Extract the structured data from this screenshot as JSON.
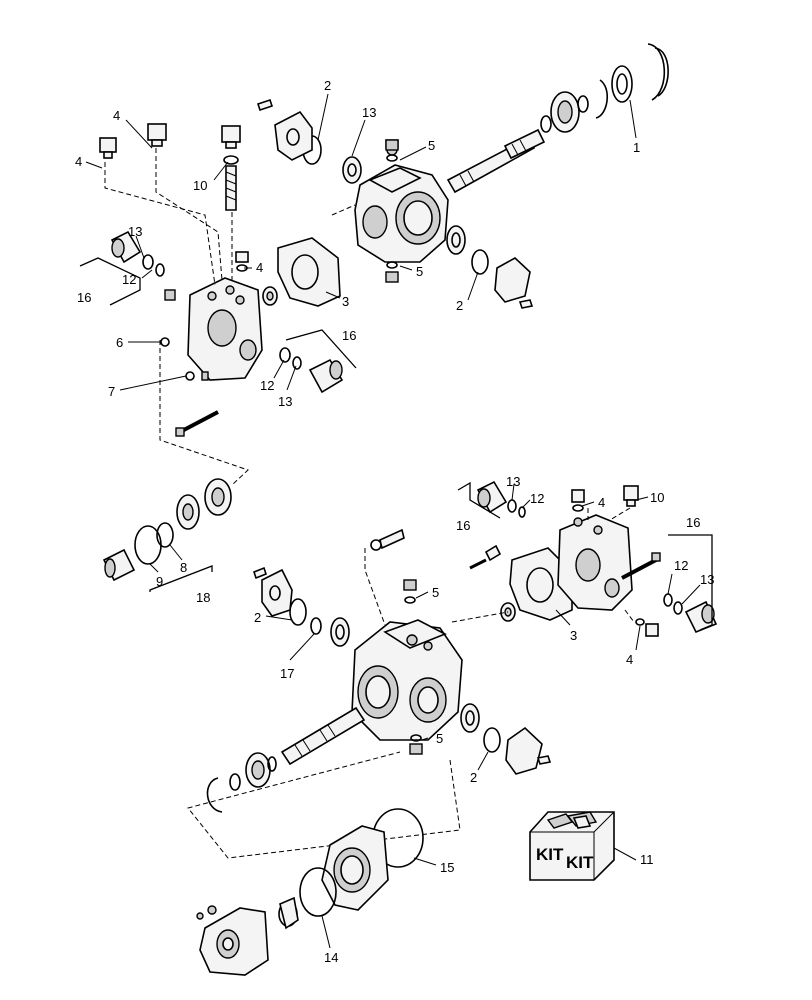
{
  "callouts": [
    {
      "id": "c1",
      "label": "1"
    },
    {
      "id": "c2a",
      "label": "2"
    },
    {
      "id": "c13a",
      "label": "13"
    },
    {
      "id": "c5a",
      "label": "5"
    },
    {
      "id": "c4a",
      "label": "4"
    },
    {
      "id": "c4b",
      "label": "4"
    },
    {
      "id": "c10a",
      "label": "10"
    },
    {
      "id": "c13b",
      "label": "13"
    },
    {
      "id": "c12a",
      "label": "12"
    },
    {
      "id": "c16a",
      "label": "16"
    },
    {
      "id": "c4c",
      "label": "4"
    },
    {
      "id": "c5b",
      "label": "5"
    },
    {
      "id": "c2b",
      "label": "2"
    },
    {
      "id": "c3a",
      "label": "3"
    },
    {
      "id": "c6",
      "label": "6"
    },
    {
      "id": "c7",
      "label": "7"
    },
    {
      "id": "c16b",
      "label": "16"
    },
    {
      "id": "c12b",
      "label": "12"
    },
    {
      "id": "c13c",
      "label": "13"
    },
    {
      "id": "c13d",
      "label": "13"
    },
    {
      "id": "c12c",
      "label": "12"
    },
    {
      "id": "c16c",
      "label": "16"
    },
    {
      "id": "c4d",
      "label": "4"
    },
    {
      "id": "c10b",
      "label": "10"
    },
    {
      "id": "c16d",
      "label": "16"
    },
    {
      "id": "c9",
      "label": "9"
    },
    {
      "id": "c8",
      "label": "8"
    },
    {
      "id": "c18",
      "label": "18"
    },
    {
      "id": "c5c",
      "label": "5"
    },
    {
      "id": "c2c",
      "label": "2"
    },
    {
      "id": "c17",
      "label": "17"
    },
    {
      "id": "c3b",
      "label": "3"
    },
    {
      "id": "c12d",
      "label": "12"
    },
    {
      "id": "c13e",
      "label": "13"
    },
    {
      "id": "c4e",
      "label": "4"
    },
    {
      "id": "c5d",
      "label": "5"
    },
    {
      "id": "c2d",
      "label": "2"
    },
    {
      "id": "c15",
      "label": "15"
    },
    {
      "id": "c11",
      "label": "11"
    },
    {
      "id": "c14",
      "label": "14"
    }
  ],
  "kit": {
    "label_left": "KIT",
    "label_right": "KIT"
  }
}
